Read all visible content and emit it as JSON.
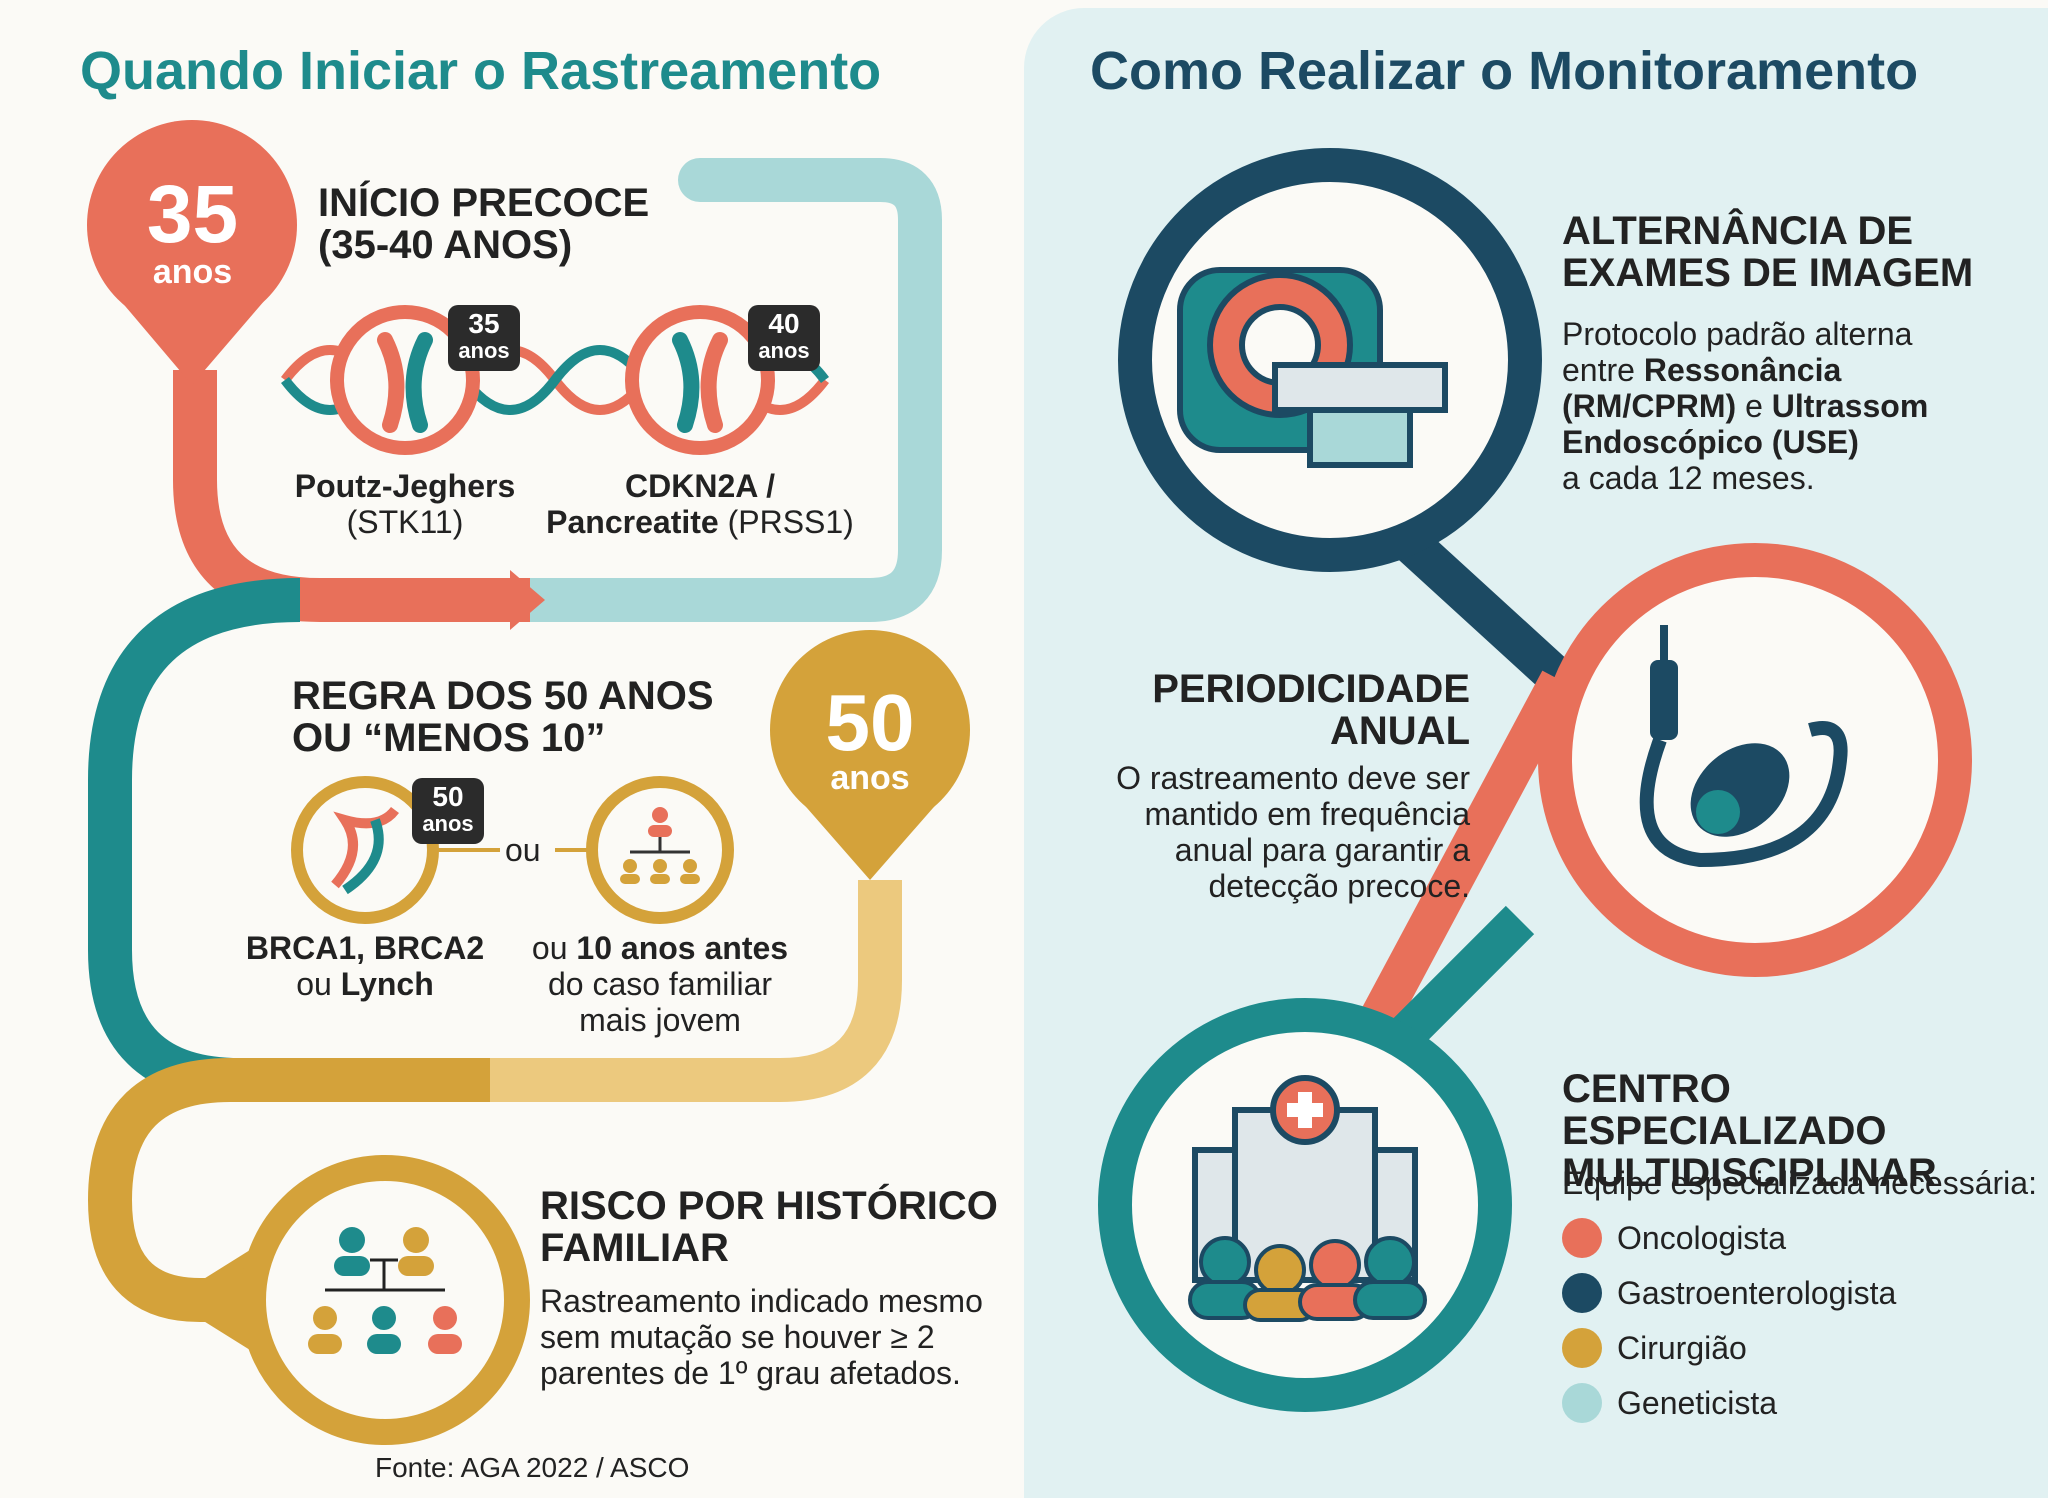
{
  "left": {
    "title": "Quando Iniciar o Rastreamento",
    "pin35": {
      "num": "35",
      "unit": "anos"
    },
    "pin50": {
      "num": "50",
      "unit": "anos"
    },
    "section1": {
      "heading_l1": "INÍCIO PRECOCE",
      "heading_l2": "(35-40 ANOS)",
      "item1": {
        "badge_num": "35",
        "badge_unit": "anos",
        "name": "Poutz-Jeghers",
        "gene": "(STK11)"
      },
      "item2": {
        "badge_num": "40",
        "badge_unit": "anos",
        "name_l1": "CDKN2A /",
        "name_l2_bold": "Pancreatite",
        "name_l2_rest": " (PRSS1)"
      }
    },
    "section2": {
      "heading_l1": "REGRA DOS 50 ANOS",
      "heading_l2": "OU “MENOS 10”",
      "connector": "ou",
      "item1": {
        "badge_num": "50",
        "badge_unit": "anos",
        "l1": "BRCA1, BRCA2",
        "l2_pre": "ou ",
        "l2_bold": "Lynch"
      },
      "item2": {
        "l1_pre": "ou ",
        "l1_bold": "10 anos antes",
        "l2": "do caso familiar",
        "l3": "mais jovem"
      }
    },
    "section3": {
      "heading_l1": "RISCO POR HISTÓRICO",
      "heading_l2": "FAMILIAR",
      "body_l1": "Rastreamento indicado mesmo",
      "body_l2": "sem mutação se houver ≥ 2",
      "body_l3": "parentes de 1º grau afetados."
    },
    "source": "Fonte: AGA 2022 / ASCO"
  },
  "right": {
    "title": "Como Realizar o Monitoramento",
    "section1": {
      "heading_l1": "ALTERNÂNCIA DE",
      "heading_l2": "EXAMES DE IMAGEM",
      "l1": "Protocolo padrão alterna",
      "l2_pre": "entre ",
      "l2_bold": "Ressonância",
      "l3_bold": "(RM/CPRM)",
      "l3_mid": " e ",
      "l3_bold2": "Ultrassom",
      "l4_bold": "Endoscópico (USE)",
      "l5": "a cada 12 meses."
    },
    "section2": {
      "heading_l1": "PERIODICIDADE",
      "heading_l2": "ANUAL",
      "l1": "O rastreamento deve ser",
      "l2": "mantido em frequência",
      "l3": "anual para garantir a",
      "l4": "detecção precoce."
    },
    "section3": {
      "heading_l1": "CENTRO ESPECIALIZADO",
      "heading_l2": "MULTIDISCIPLINAR",
      "subtitle": "Equipe especializada necessária:",
      "team": [
        {
          "label": "Oncologista",
          "icon": "doctor-icon"
        },
        {
          "label": "Gastroenterologista",
          "icon": "stomach-icon"
        },
        {
          "label": "Cirurgião",
          "icon": "scalpel-icon"
        },
        {
          "label": "Geneticista",
          "icon": "dna-icon"
        }
      ]
    }
  },
  "colors": {
    "coral": "#e8705a",
    "teal": "#1e8b8c",
    "navy": "#1c4a63",
    "gold": "#d4a23a",
    "lightteal": "#a9d8d8",
    "lightgold": "#ecc97e"
  }
}
